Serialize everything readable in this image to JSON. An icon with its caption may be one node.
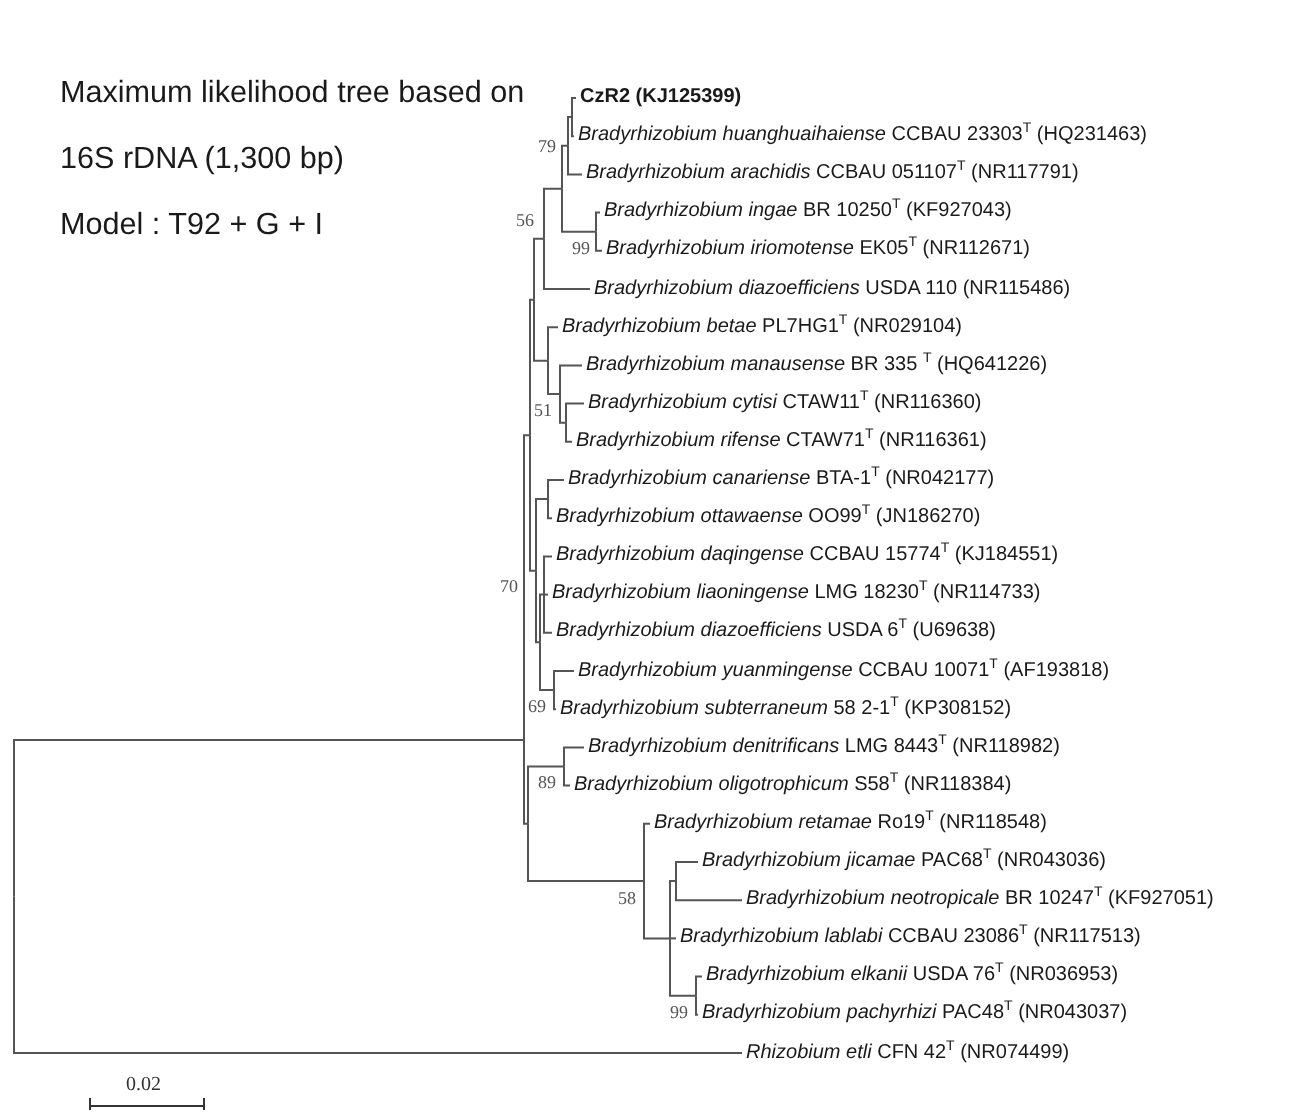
{
  "diagram": {
    "title": "Maximum likelihood tree based on 16S rDNA (1,300 bp)",
    "nodes": [
      {
        "text": [
          "CzR2 (KJ125399)"
        ]
      },
      {
        "text": [
          "*Bradyrhizobium huanghuaihaiense* CCBAU 23303$^{T}$ (HQ231463)"
        ]
      },
      {
        "text": [
          "*Bradyrhizobium arachidis* CCBAU 051107$^{T}$ (NR117791)"
        ]
      },
      {
        "text": [
          "*Bradyrhizobium ingae* BR 10250$^{T}$ (KF927043)"
        ]
      },
      {
        "text": [
          "*Bradyrhizobium iriomotense* EK05$^{T}$ (NR112671)"
        ]
      },
      {
        "text": [
          "*Bradyrhizobium diazoefficiens* USDA 110 (NR115486)"
        ]
      },
      {
        "text": [
          "*Bradyrhizobium betae* PL7HG1$^{T}$ (NR029104)"
        ]
      },
      {
        "text": [
          "*Bradyrhizobium manausense* BR 335 $^{T}$ (HQ641226)"
        ]
      },
      {
        "text": [
          "*Bradyrhizobium cytisi* CTAW11$^{T}$ (NR116360)"
        ]
      },
      {
        "text": [
          "*Bradyrhizobium rifense* CTAW71$^{T}$ (NR116361)"
        ]
      },
      {
        "text": [
          "*Bradyrhizobium canariense* BTA-1$^{T}$ (NR042177)"
        ]
      },
      {
        "text": [
          "*Bradyrhizobium ottawaense* OO99$^{T}$ (JN186270)"
        ]
      },
      {
        "text": [
          "*Bradyrhizobium daqingense* CCBAU 15774$^{T}$ (KJ184551)"
        ]
      },
      {
        "text": [
          "*Bradyrhizobium liaoningense* LMG 18230$^{T}$ (NR114733)"
        ]
      },
      {
        "text": [
          "*Bradyrhizobium diazoefficiens* USDA 6$^{T}$ (U69638)"
        ]
      },
      {
        "text": [
          "*Bradyrhizobium yuanmingense* CCBAU 10071$^{T}$ (AF193818)"
        ]
      },
      {
        "text": [
          "*Bradyrhizobium subterraneum* 58 2-1$^{T}$ (KP308152)"
        ]
      },
      {
        "text": [
          "*Bradyrhizobium denitrificans* LMG 8443$^{T}$ (NR118982)"
        ]
      },
      {
        "text": [
          "*Bradyrhizobium oligotrophicum* S58$^{T}$ (NR118384)"
        ]
      },
      {
        "text": [
          "*Bradyrhizobium retamae* Ro19$^{T}$ (NR118548)"
        ]
      },
      {
        "text": [
          "*Bradyrhizobium jicamae* PAC68$^{T}$ (NR043036)"
        ]
      },
      {
        "text": [
          "*Bradyrhizobium neotropicale* BR 10247$^{T}$ (KF927051)"
        ]
      },
      {
        "text": [
          "*Bradyrhizobium lablabi* CCBAU 23086$^{T}$ (NR117513)"
        ]
      },
      {
        "text": [
          "*Bradyrhizobium elkanii* USDA 76$^{T}$ (NR036953)"
        ]
      },
      {
        "text": [
          "*Bradyrhizobium pachyrhizi* PAC48$^{T}$ (NR043037)"
        ]
      },
      {
        "text": [
          "*Rhizobium etli* CFN 42$^{T}$ (NR074499)"
        ]
      }
    ],
    "edges": [
      {
        "from": null,
        "to": 0,
        "arrow": "none"
      },
      {
        "from": null,
        "to": 1,
        "arrow": "none"
      },
      {
        "from": null,
        "to": 2,
        "arrow": "none"
      },
      {
        "from": null,
        "to": 3,
        "arrow": "none"
      },
      {
        "from": null,
        "to": 4,
        "arrow": "none"
      },
      {
        "from": null,
        "to": 5,
        "arrow": "none"
      },
      {
        "from": null,
        "to": 6,
        "arrow": "none"
      },
      {
        "from": null,
        "to": 7,
        "arrow": "none"
      },
      {
        "from": null,
        "to": 8,
        "arrow": "none"
      },
      {
        "from": null,
        "to": 9,
        "arrow": "none"
      },
      {
        "from": null,
        "to": 10,
        "arrow": "none"
      },
      {
        "from": null,
        "to": 11,
        "arrow": "none"
      },
      {
        "from": null,
        "to": 12,
        "arrow": "none"
      },
      {
        "from": null,
        "to": 13,
        "arrow": "none"
      },
      {
        "from": null,
        "to": 14,
        "arrow": "none"
      },
      {
        "from": null,
        "to": 15,
        "arrow": "none"
      },
      {
        "from": null,
        "to": 16,
        "arrow": "none"
      },
      {
        "from": null,
        "to": 17,
        "arrow": "none"
      },
      {
        "from": null,
        "to": 18,
        "arrow": "none"
      },
      {
        "from": null,
        "to": 19,
        "arrow": "none"
      },
      {
        "from": null,
        "to": 20,
        "arrow": "none"
      },
      {
        "from": null,
        "to": 21,
        "arrow": "none"
      },
      {
        "from": null,
        "to": 22,
        "arrow": "none"
      },
      {
        "from": null,
        "to": 23,
        "arrow": "none"
      },
      {
        "from": null,
        "to": 24,
        "arrow": "none"
      },
      {
        "from": null,
        "to": 25,
        "arrow": "none"
      }
    ],
    "labels": [
      "Model : T92 + G + I",
      "79",
      "56",
      "99",
      "51",
      "70",
      "69",
      "89",
      "58",
      "99",
      "0.02"
    ]
  }
}
